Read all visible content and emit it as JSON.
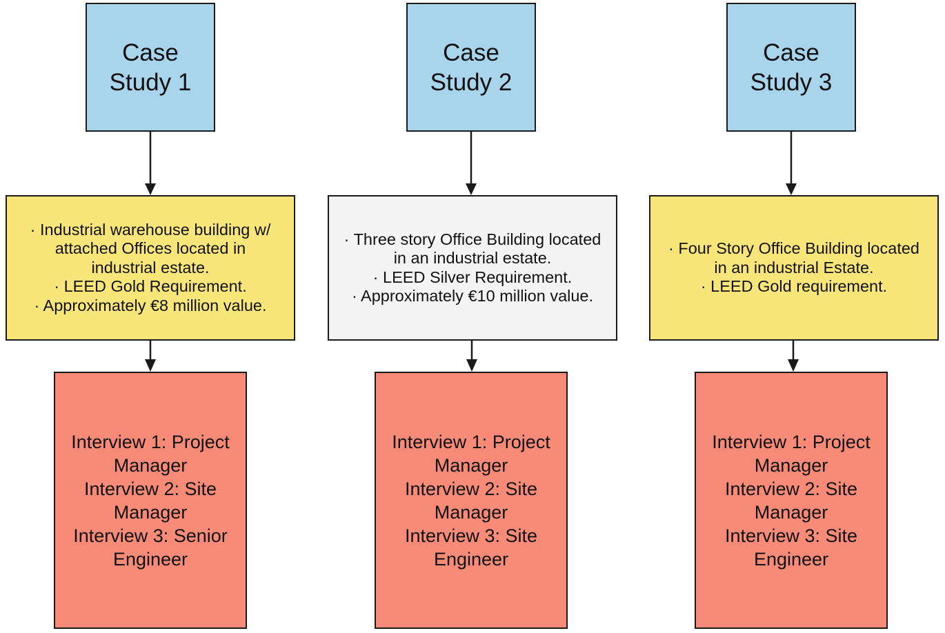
{
  "columns": [
    {
      "title": [
        "Case",
        "Study 1"
      ],
      "description": [
        "· Industrial warehouse building w/",
        "attached Offices located in",
        "industrial estate.",
        "· LEED Gold Requirement.",
        "· Approximately €8 million value."
      ],
      "description_color": "#f9e67a",
      "interviews": [
        "Interview 1: Project",
        "Manager",
        "Interview 2: Site",
        "Manager",
        "Interview 3: Senior",
        "Engineer"
      ]
    },
    {
      "title": [
        "Case",
        "Study 2"
      ],
      "description": [
        "· Three story Office Building located",
        "in an industrial estate.",
        "· LEED Silver Requirement.",
        "· Approximately €10 million value."
      ],
      "description_color": "#f4f4f4",
      "interviews": [
        "Interview 1: Project",
        "Manager",
        "Interview 2: Site",
        "Manager",
        "Interview 3: Site",
        "Engineer"
      ]
    },
    {
      "title": [
        "Case",
        "Study 3"
      ],
      "description": [
        "· Four Story Office Building located",
        "in an industrial Estate.",
        "· LEED Gold requirement."
      ],
      "description_color": "#f9e67a",
      "interviews": [
        "Interview 1: Project",
        "Manager",
        "Interview 2: Site",
        "Manager",
        "Interview 3: Site",
        "Engineer"
      ]
    }
  ],
  "colors": {
    "case_box": "#a8d4ec",
    "interview_box": "#f88a78",
    "border": "#1a1a1a"
  }
}
